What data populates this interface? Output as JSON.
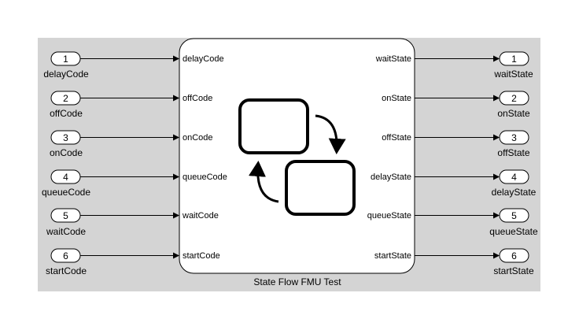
{
  "diagram": {
    "block_title": "State Flow FMU Test",
    "inputs": [
      {
        "number": "1",
        "name": "delayCode"
      },
      {
        "number": "2",
        "name": "offCode"
      },
      {
        "number": "3",
        "name": "onCode"
      },
      {
        "number": "4",
        "name": "queueCode"
      },
      {
        "number": "5",
        "name": "waitCode"
      },
      {
        "number": "6",
        "name": "startCode"
      }
    ],
    "outputs": [
      {
        "number": "1",
        "name": "waitState"
      },
      {
        "number": "2",
        "name": "onState"
      },
      {
        "number": "3",
        "name": "offState"
      },
      {
        "number": "4",
        "name": "delayState"
      },
      {
        "number": "5",
        "name": "queueState"
      },
      {
        "number": "6",
        "name": "startState"
      }
    ],
    "icon": "stateflow-chart-icon",
    "colors": {
      "background": "#d4d4d4",
      "block_fill": "#ffffff",
      "stroke": "#000000"
    }
  }
}
